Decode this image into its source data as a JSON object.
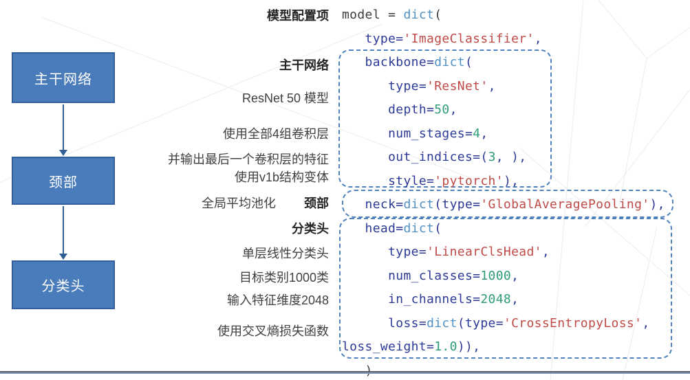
{
  "flowchart": {
    "boxes": [
      {
        "label": "主干网络"
      },
      {
        "label": "颈部"
      },
      {
        "label": "分类头"
      }
    ],
    "box_fill": "#4a7cbb",
    "box_border": "#2f5d9e",
    "arrow_color": "#2e5e94"
  },
  "mid": {
    "lines": [
      {
        "text": "模型配置项"
      },
      {
        "text": "主干网络"
      },
      {
        "text": "ResNet 50 模型"
      },
      {
        "text": "使用全部4组卷积层"
      },
      {
        "text": "并输出最后一个卷积层的特征"
      },
      {
        "text": "使用v1b结构变体"
      },
      {
        "text": "全局平均池化",
        "label": "颈部"
      },
      {
        "text": "分类头"
      },
      {
        "text": "单层线性分类头"
      },
      {
        "text": "目标类别1000类"
      },
      {
        "text": "输入特征维度2048"
      },
      {
        "text": "使用交叉熵损失函数"
      }
    ]
  },
  "code": {
    "token_colors": {
      "plain": "#3b3b3b",
      "keyword_arg": "#2c3a96",
      "builtin_dict": "#4f90c5",
      "string": "#bf4a47",
      "number": "#2f9b78"
    },
    "dashed_outline_color": "#4e81bd",
    "lines": [
      [
        {
          "t": "model = ",
          "c": "p"
        },
        {
          "t": "dict",
          "c": "d"
        },
        {
          "t": "(",
          "c": "p"
        }
      ],
      [
        {
          "t": "   type=",
          "c": "k"
        },
        {
          "t": "'ImageClassifier'",
          "c": "s"
        },
        {
          "t": ",",
          "c": "k"
        }
      ],
      [
        {
          "t": "   backbone=",
          "c": "k"
        },
        {
          "t": "dict",
          "c": "d"
        },
        {
          "t": "(",
          "c": "k"
        }
      ],
      [
        {
          "t": "      type=",
          "c": "k"
        },
        {
          "t": "'ResNet'",
          "c": "s"
        },
        {
          "t": ",",
          "c": "k"
        }
      ],
      [
        {
          "t": "      depth=",
          "c": "k"
        },
        {
          "t": "50",
          "c": "m"
        },
        {
          "t": ",",
          "c": "k"
        }
      ],
      [
        {
          "t": "      num_stages=",
          "c": "k"
        },
        {
          "t": "4",
          "c": "m"
        },
        {
          "t": ",",
          "c": "k"
        }
      ],
      [
        {
          "t": "      out_indices=(",
          "c": "k"
        },
        {
          "t": "3",
          "c": "m"
        },
        {
          "t": ", ),",
          "c": "k"
        }
      ],
      [
        {
          "t": "      style=",
          "c": "k"
        },
        {
          "t": "'pytorch'",
          "c": "s"
        },
        {
          "t": "),",
          "c": "k"
        }
      ],
      [
        {
          "t": "   neck=",
          "c": "k"
        },
        {
          "t": "dict",
          "c": "d"
        },
        {
          "t": "(type=",
          "c": "k"
        },
        {
          "t": "'GlobalAveragePooling'",
          "c": "s"
        },
        {
          "t": "),",
          "c": "k"
        }
      ],
      [
        {
          "t": "   head=",
          "c": "k"
        },
        {
          "t": "dict",
          "c": "d"
        },
        {
          "t": "(",
          "c": "k"
        }
      ],
      [
        {
          "t": "      type=",
          "c": "k"
        },
        {
          "t": "'LinearClsHead'",
          "c": "s"
        },
        {
          "t": ",",
          "c": "k"
        }
      ],
      [
        {
          "t": "      num_classes=",
          "c": "k"
        },
        {
          "t": "1000",
          "c": "m"
        },
        {
          "t": ",",
          "c": "k"
        }
      ],
      [
        {
          "t": "      in_channels=",
          "c": "k"
        },
        {
          "t": "2048",
          "c": "m"
        },
        {
          "t": ",",
          "c": "k"
        }
      ],
      [
        {
          "t": "      loss=",
          "c": "k"
        },
        {
          "t": "dict",
          "c": "d"
        },
        {
          "t": "(type=",
          "c": "k"
        },
        {
          "t": "'CrossEntropyLoss'",
          "c": "s"
        },
        {
          "t": ",",
          "c": "k"
        }
      ],
      [
        {
          "t": "loss_weight=",
          "c": "k"
        },
        {
          "t": "1.0",
          "c": "m"
        },
        {
          "t": ")),",
          "c": "k"
        }
      ],
      [
        {
          "t": "   )",
          "c": "p"
        }
      ]
    ]
  }
}
